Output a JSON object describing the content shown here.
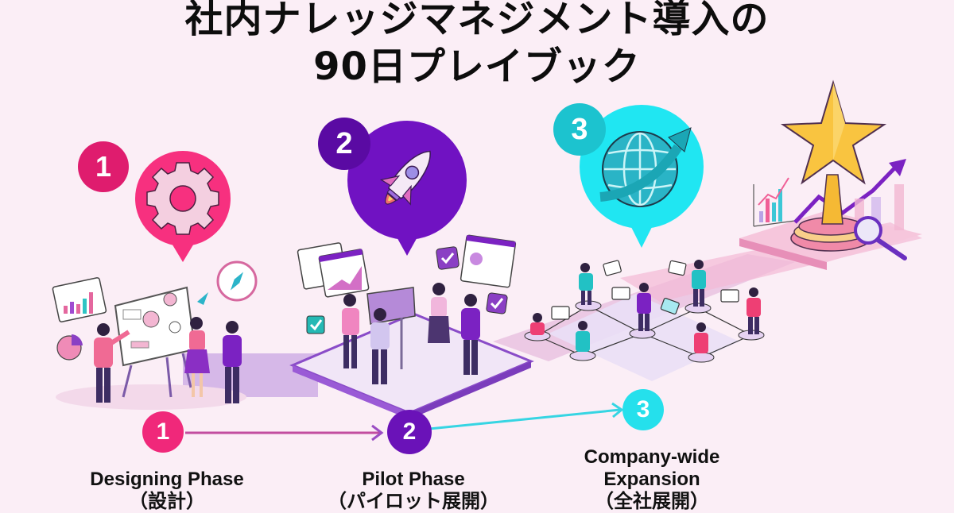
{
  "title": {
    "line1": "社内ナレッジマネジメント導入の",
    "line2": "90日プレイブック"
  },
  "colors": {
    "background": "#fbeef6",
    "phase1": "#f0287a",
    "phase2": "#6a12b8",
    "phase3": "#25e0ec",
    "goal_star": "#f5b934"
  },
  "phases": [
    {
      "number": "1",
      "label": "Designing Phase",
      "sub_label": "（設計）",
      "icon": "gear-icon",
      "scene": "team-planning-at-whiteboard"
    },
    {
      "number": "2",
      "label": "Pilot Phase",
      "sub_label": "（パイロット展開）",
      "icon": "rocket-icon",
      "scene": "pilot-team-on-platform"
    },
    {
      "number": "3",
      "label": "Company-wide Expansion",
      "label_line1": "Company-wide",
      "label_line2": "Expansion",
      "sub_label": "（全社展開）",
      "icon": "globe-arrow-icon",
      "scene": "networked-employees"
    }
  ],
  "goal": {
    "icon": "star-trophy-icon"
  }
}
